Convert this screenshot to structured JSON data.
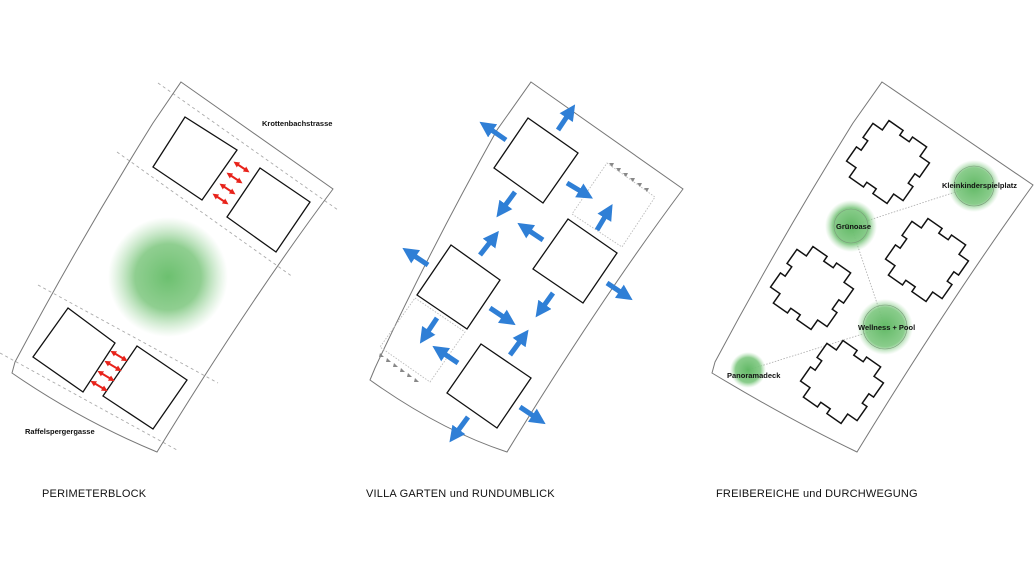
{
  "panels": [
    {
      "title": "PERIMETERBLOCK",
      "street_top": "Krottenbachstrasse",
      "street_bottom": "Raffelspergergasse"
    },
    {
      "title": "VILLA GARTEN und RUNDUMBLICK"
    },
    {
      "title": "FREIBEREICHE und DURCHWEGUNG",
      "spots": [
        "Kleinkinderspielplatz",
        "Grünoase",
        "Wellness + Pool",
        "Panoramadeck"
      ]
    }
  ],
  "colors": {
    "green": "#6cc06f",
    "blue": "#2f7fd6",
    "red": "#e8231b"
  }
}
